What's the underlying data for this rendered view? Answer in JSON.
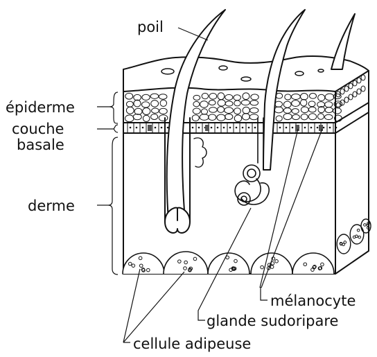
{
  "labels": {
    "poil": "poil",
    "epiderme": "épiderme",
    "couche": "couche",
    "basale": "basale",
    "derme": "derme",
    "melanocyte": "mélanocyte",
    "glande_sudoripare": "glande sudoripare",
    "cellule_adipeuse": "cellule adipeuse"
  },
  "colors": {
    "ink": "#111111",
    "background": "#ffffff",
    "melanocyte_fill": "#555555"
  }
}
